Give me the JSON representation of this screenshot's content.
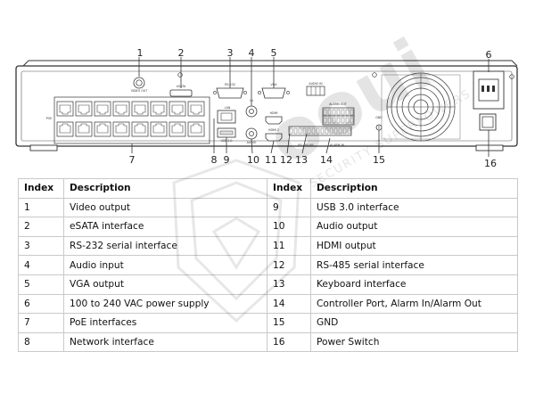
{
  "callouts": [
    "1",
    "2",
    "3",
    "4",
    "5",
    "6",
    "7",
    "8",
    "9",
    "10",
    "11",
    "12",
    "13",
    "14",
    "15",
    "16"
  ],
  "panel_labels": {
    "video_out": "VIDEO OUT",
    "esata": "eSATA",
    "rs232": "RS-232",
    "audio_in": "IN",
    "vga": "VGA",
    "audio_io": "AUDIO IN",
    "alarm_out": "ALARM OUT",
    "alarm_in": "ALARM IN",
    "lan": "LAN",
    "usb": "USB 3.0",
    "poe": "POE",
    "hdmi1": "HDMI",
    "hdmi2": "HDMI 2",
    "audio_out": "AUDIO",
    "rs485": "RS-485 KB",
    "gnd": "GND"
  },
  "table": {
    "headers": [
      "Index",
      "Description",
      "Index",
      "Description"
    ],
    "rows": [
      {
        "i1": "1",
        "d1": "Video output",
        "i2": "9",
        "d2": "USB 3.0 interface"
      },
      {
        "i1": "2",
        "d1": "eSATA interface",
        "i2": "10",
        "d2": "Audio output"
      },
      {
        "i1": "3",
        "d1": "RS-232 serial interface",
        "i2": "11",
        "d2": "HDMI output"
      },
      {
        "i1": "4",
        "d1": "Audio input",
        "i2": "12",
        "d2": "RS-485 serial interface"
      },
      {
        "i1": "5",
        "d1": "VGA output",
        "i2": "13",
        "d2": "Keyboard interface"
      },
      {
        "i1": "6",
        "d1": "100 to 240 VAC power supply",
        "i2": "14",
        "d2": "Controller Port, Alarm In/Alarm Out"
      },
      {
        "i1": "7",
        "d1": "PoE interfaces",
        "i2": "15",
        "d2": "GND"
      },
      {
        "i1": "8",
        "d1": "Network interface",
        "i2": "16",
        "d2": "Power Switch"
      }
    ]
  },
  "watermark": {
    "brand": "ooui",
    "tagline": "SECURITY SUPERPOWERS"
  }
}
